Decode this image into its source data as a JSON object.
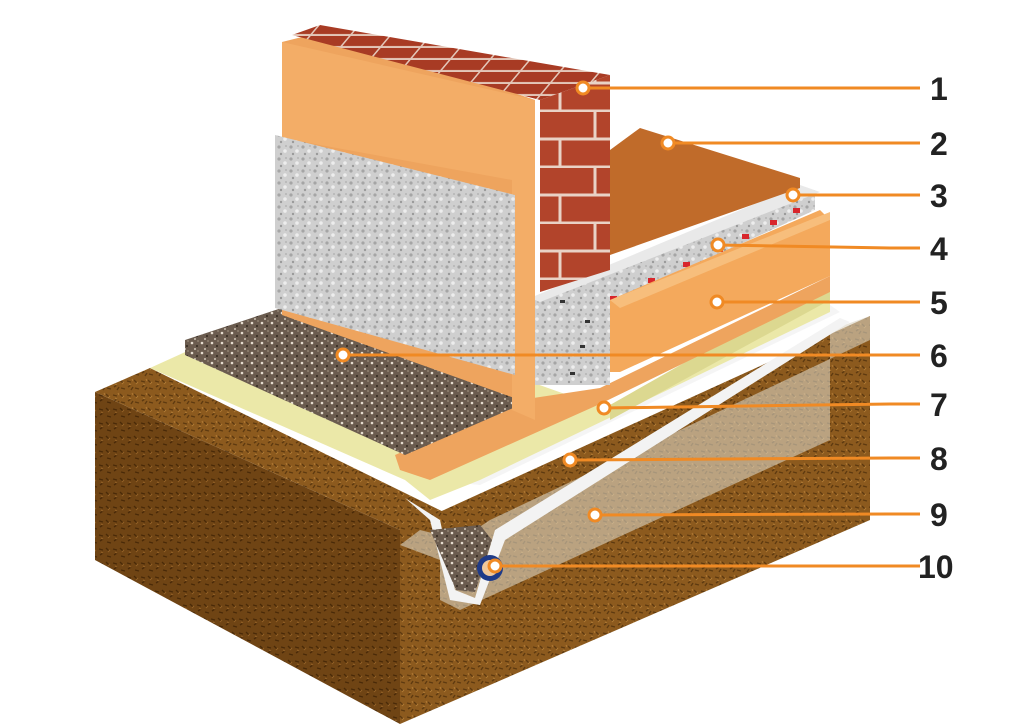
{
  "diagram": {
    "callouts": [
      {
        "label": "1",
        "part": "brick-wall"
      },
      {
        "label": "2",
        "part": "floor-slab"
      },
      {
        "label": "3",
        "part": "concrete-block-wall"
      },
      {
        "label": "4",
        "part": "drainage-membrane-studs"
      },
      {
        "label": "5",
        "part": "thermal-insulation-board"
      },
      {
        "label": "6",
        "part": "backfill-gravel"
      },
      {
        "label": "7",
        "part": "waterproofing-layer"
      },
      {
        "label": "8",
        "part": "protective-sheet"
      },
      {
        "label": "9",
        "part": "soil"
      },
      {
        "label": "10",
        "part": "drain-pipe"
      }
    ]
  },
  "colors": {
    "accent": "#f08a24",
    "brick": "#b2442b",
    "insulation": "#f2a85a",
    "concrete": "#c9c9c9",
    "soil": "#8c5a1e",
    "membrane": "#e8e6a8",
    "gravel": "#6b5c4f",
    "label_text": "#222222"
  }
}
